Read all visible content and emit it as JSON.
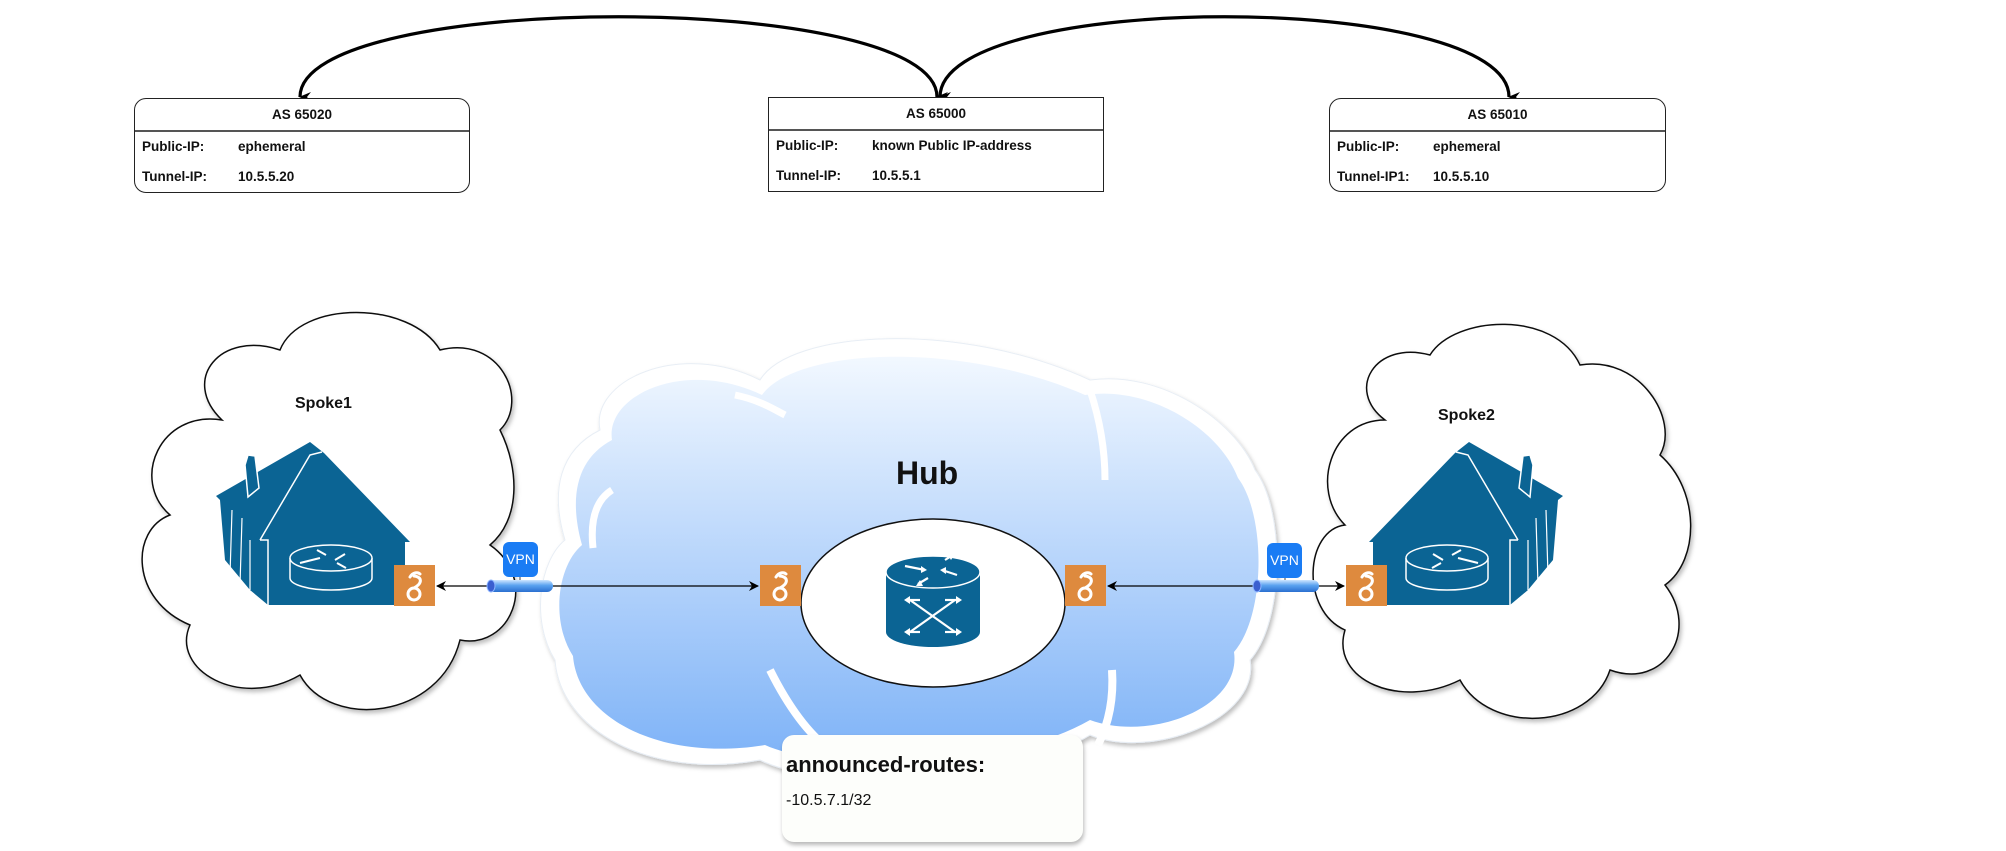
{
  "colors": {
    "cisco_blue": "#0B6494",
    "wireguard_orange": "#DE8A3E",
    "vpn_blue": "#1A7CF4",
    "hub_gradient_top": "#F2F8FF",
    "hub_gradient_bottom": "#7DB2F7",
    "line": "#000000"
  },
  "as_boxes": [
    {
      "id": "spoke1",
      "title": "AS 65020",
      "rows": [
        {
          "key": "Public-IP:",
          "value": "ephemeral"
        },
        {
          "key": "Tunnel-IP:",
          "value": "10.5.5.20"
        }
      ]
    },
    {
      "id": "hub",
      "title": "AS 65000",
      "rows": [
        {
          "key": "Public-IP:",
          "value": "known Public IP-address"
        },
        {
          "key": "Tunnel-IP:",
          "value": "10.5.5.1"
        }
      ]
    },
    {
      "id": "spoke2",
      "title": "AS 65010",
      "rows": [
        {
          "key": "Public-IP:",
          "value": "ephemeral"
        },
        {
          "key": "Tunnel-IP1:",
          "value": "10.5.5.10"
        }
      ]
    }
  ],
  "clouds": {
    "spoke1": {
      "label": "Spoke1"
    },
    "hub": {
      "label": "Hub"
    },
    "spoke2": {
      "label": "Spoke2"
    }
  },
  "vpn_badges": [
    {
      "label": "VPN"
    },
    {
      "label": "VPN"
    }
  ],
  "announced_routes": {
    "title": "announced-routes:",
    "routes": [
      "-10.5.7.1/32"
    ]
  },
  "icons": {
    "wireguard": "wireguard-icon",
    "home_router": "home-router-icon",
    "hub_router": "layer3-switch-router-icon",
    "vpn_tunnel": "vpn-tunnel-pipe-icon"
  }
}
